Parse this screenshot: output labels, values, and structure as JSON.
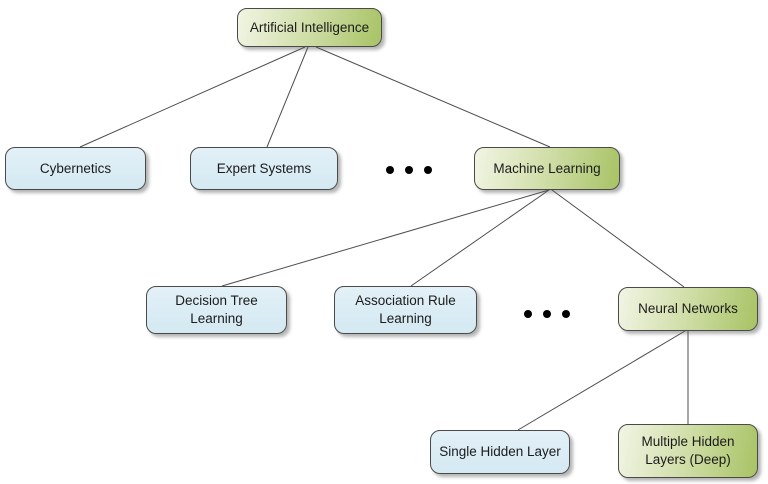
{
  "diagram": {
    "type": "tree",
    "nodes": {
      "artificial_intelligence": {
        "label": "Artificial Intelligence",
        "style": "green"
      },
      "cybernetics": {
        "label": "Cybernetics",
        "style": "blue"
      },
      "expert_systems": {
        "label": "Expert Systems",
        "style": "blue"
      },
      "machine_learning": {
        "label": "Machine Learning",
        "style": "green"
      },
      "decision_tree_learning": {
        "label": "Decision Tree Learning",
        "style": "blue"
      },
      "association_rule_learning": {
        "label": "Association Rule Learning",
        "style": "blue"
      },
      "neural_networks": {
        "label": "Neural Networks",
        "style": "green"
      },
      "single_hidden_layer": {
        "label": "Single Hidden Layer",
        "style": "blue"
      },
      "multiple_hidden_layers": {
        "label": "Multiple Hidden Layers (Deep)",
        "style": "green"
      }
    },
    "edges": [
      {
        "from": "artificial_intelligence",
        "to": "cybernetics"
      },
      {
        "from": "artificial_intelligence",
        "to": "expert_systems"
      },
      {
        "from": "artificial_intelligence",
        "to": "machine_learning"
      },
      {
        "from": "machine_learning",
        "to": "decision_tree_learning"
      },
      {
        "from": "machine_learning",
        "to": "association_rule_learning"
      },
      {
        "from": "machine_learning",
        "to": "neural_networks"
      },
      {
        "from": "neural_networks",
        "to": "single_hidden_layer"
      },
      {
        "from": "neural_networks",
        "to": "multiple_hidden_layers"
      }
    ],
    "ellipsis_between": [
      {
        "after": "expert_systems",
        "before": "machine_learning"
      },
      {
        "after": "association_rule_learning",
        "before": "neural_networks"
      }
    ],
    "colors": {
      "green_gradient_start": "#f1f5e4",
      "green_gradient_end": "#a8c365",
      "blue_gradient_start": "#e3f0f7",
      "blue_gradient_end": "#d4e9f2",
      "node_border": "#4a4a4a",
      "edge_line": "#4d4d4d",
      "text": "#1b1b1b",
      "background": "#ffffff"
    }
  }
}
